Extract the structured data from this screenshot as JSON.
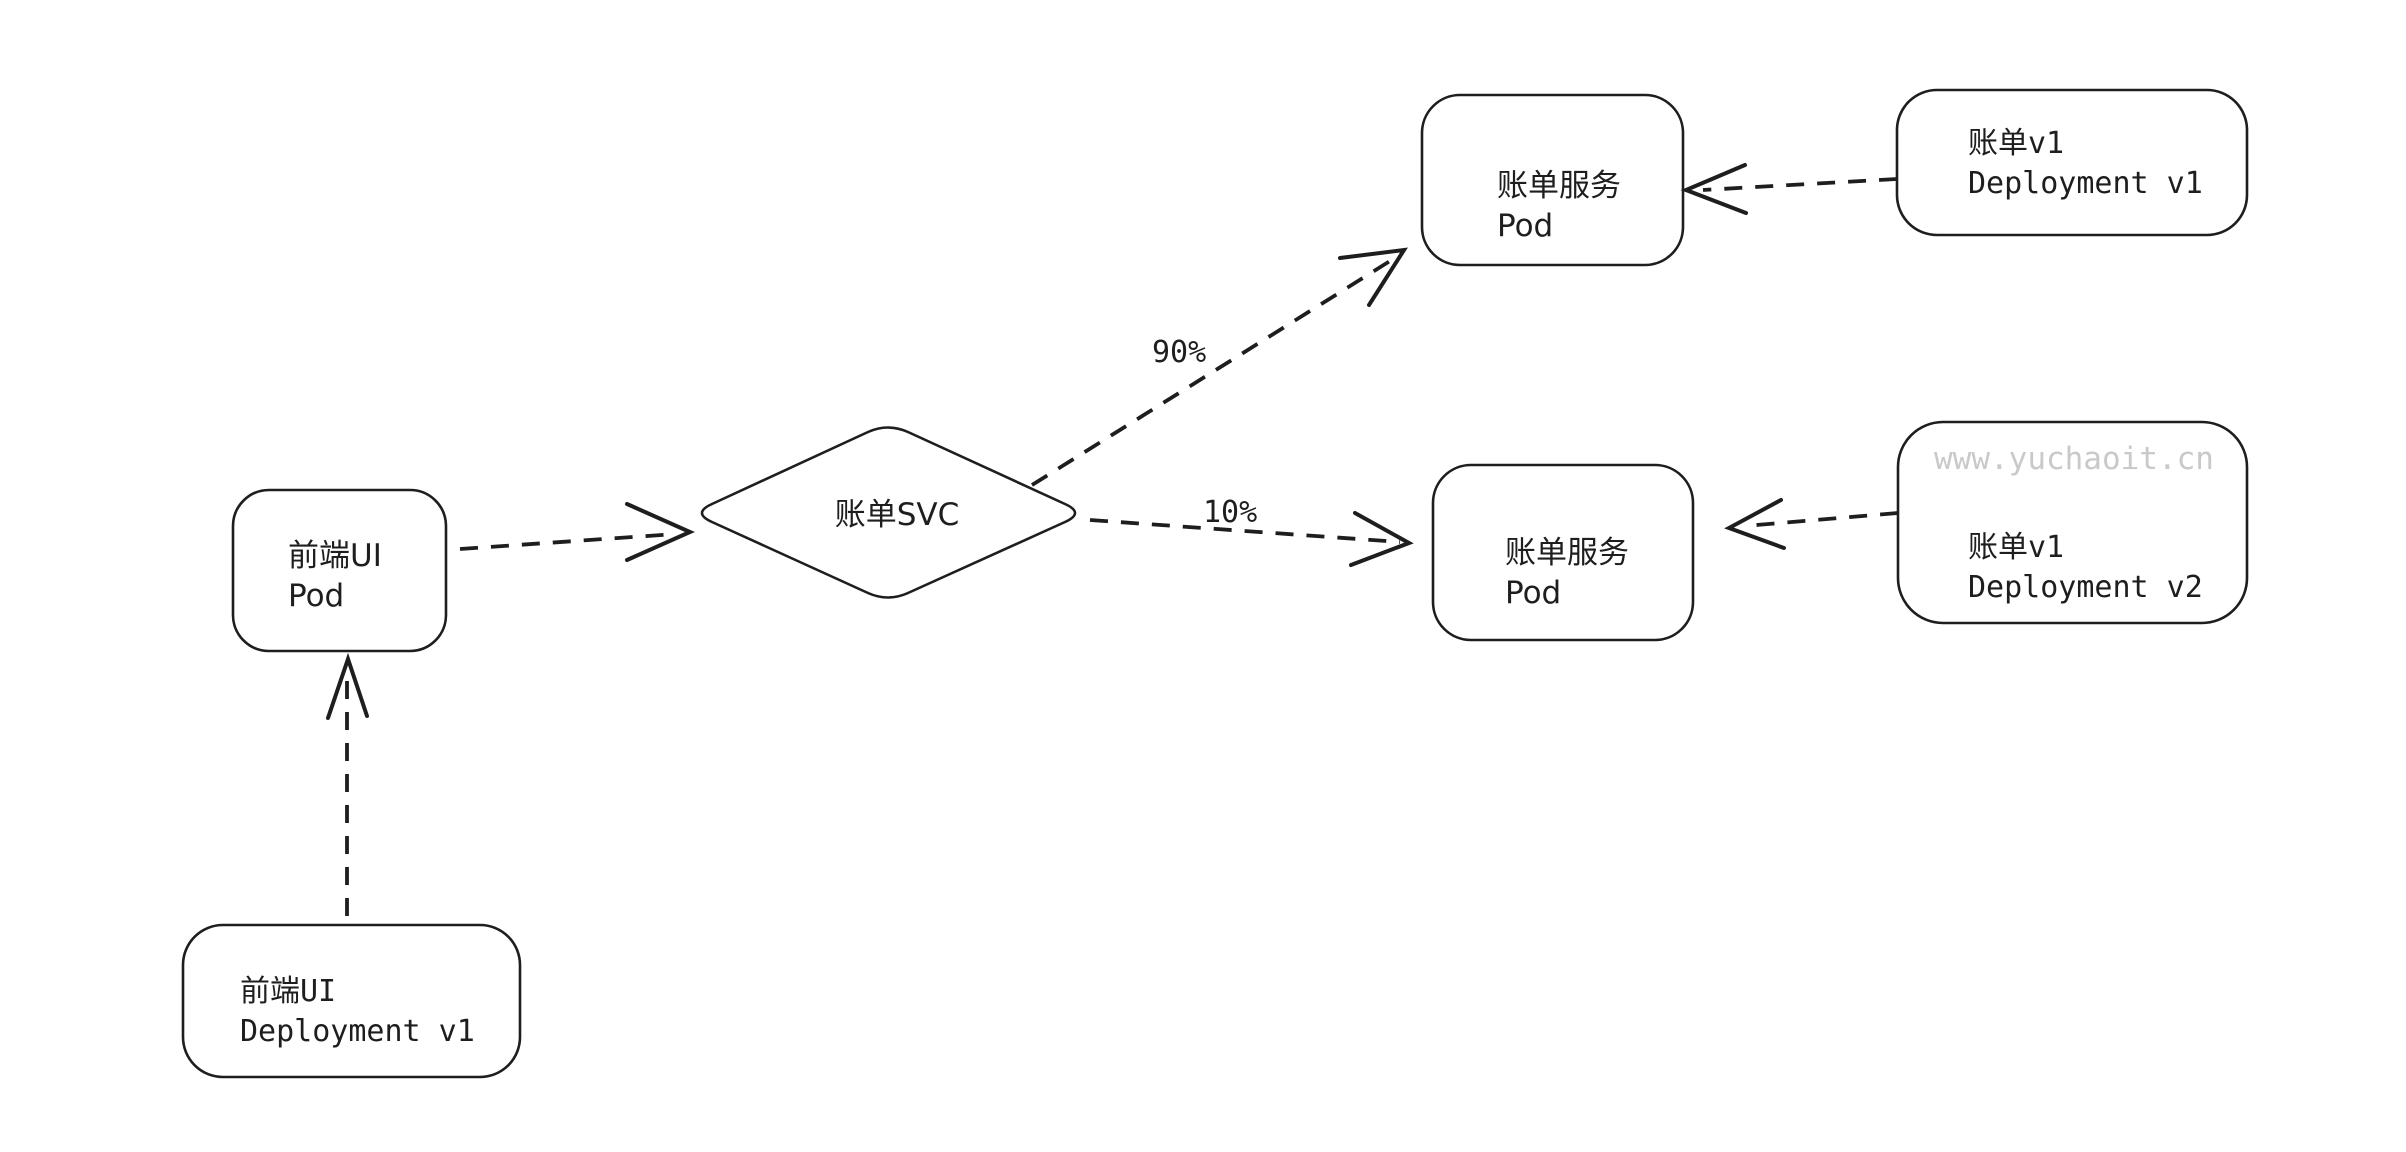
{
  "diagram": {
    "colors": {
      "bg": "#ffffff",
      "stroke": "#1e1e1e",
      "wm": "#c9c9c9"
    },
    "watermark": "www.yuchaoit.cn",
    "nodes": {
      "front_ui_pod": {
        "line1": "前端UI",
        "line2": "Pod"
      },
      "billing_svc": {
        "label": "账单SVC"
      },
      "billing_pod_top": {
        "line1": "账单服务",
        "line2": "Pod"
      },
      "billing_pod_mid": {
        "line1": "账单服务",
        "line2": "Pod"
      },
      "billing_deploy_v1": {
        "line1": "账单v1",
        "line2": "Deployment v1"
      },
      "billing_deploy_v2": {
        "line1": "账单v1",
        "line2": "Deployment v2"
      },
      "front_ui_deploy": {
        "line1": "前端UI",
        "line2": "Deployment v1"
      }
    },
    "edges": {
      "svc_to_pod_top": {
        "label": "90%"
      },
      "svc_to_pod_mid": {
        "label": "10%"
      }
    }
  }
}
